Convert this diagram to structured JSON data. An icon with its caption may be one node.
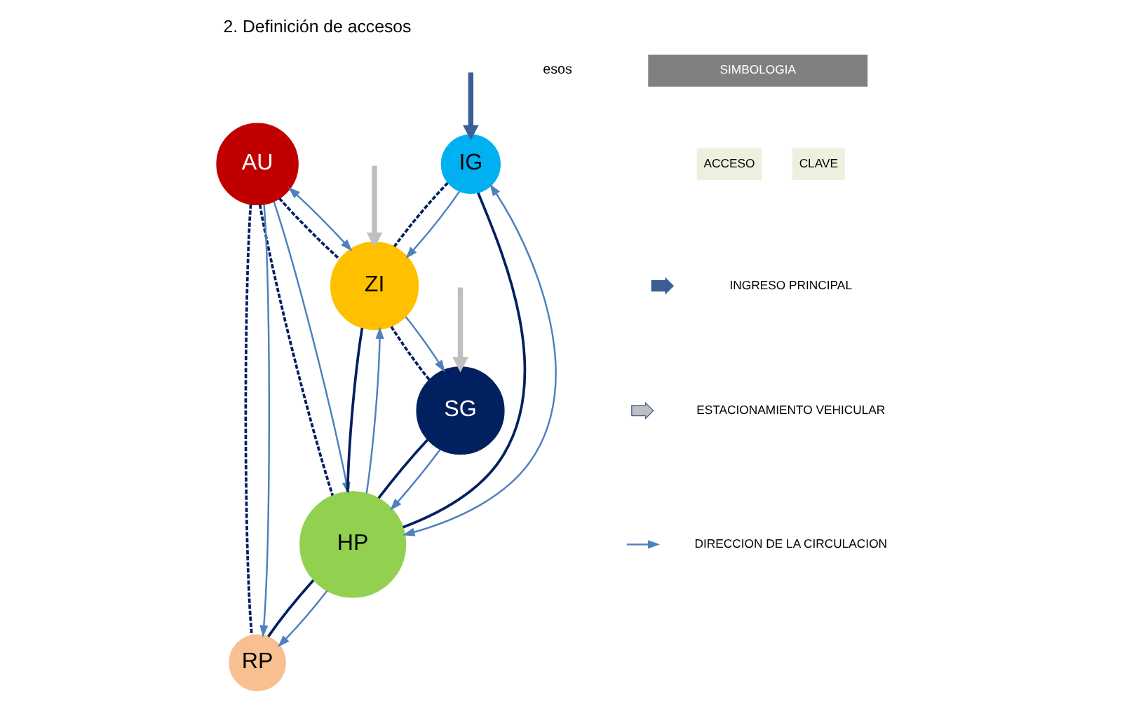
{
  "diagram": {
    "title": "2. Definición de accesos",
    "nodes": [
      {
        "text": [
          "AU"
        ]
      },
      {
        "text": [
          "ZI"
        ]
      },
      {
        "text": [
          "HP"
        ]
      },
      {
        "text": [
          "RP"
        ]
      },
      {
        "text": [
          "IG"
        ]
      },
      {
        "text": [
          "SG"
        ]
      }
    ],
    "edges": [
      {
        "from": 0,
        "to": 1,
        "arrow": "none",
        "style": "dashed"
      },
      {
        "from": 0,
        "to": 1,
        "arrow": "both",
        "color": "#4f81bd"
      },
      {
        "from": 0,
        "to": 2,
        "arrow": "none",
        "style": "dashed"
      },
      {
        "from": 0,
        "to": 2,
        "arrow": "to",
        "color": "#4f81bd"
      },
      {
        "from": 0,
        "to": 3,
        "arrow": "none",
        "style": "dashed"
      },
      {
        "from": 0,
        "to": 3,
        "arrow": "to",
        "color": "#4f81bd"
      },
      {
        "from": 1,
        "to": 2,
        "arrow": "none"
      },
      {
        "from": 2,
        "to": 1,
        "arrow": "to",
        "color": "#4f81bd"
      },
      {
        "from": 2,
        "to": 3,
        "arrow": "none"
      },
      {
        "from": 2,
        "to": 3,
        "arrow": "to",
        "color": "#4f81bd"
      },
      {
        "from": 4,
        "to": 1,
        "arrow": "none",
        "style": "dashed"
      },
      {
        "from": 4,
        "to": 1,
        "arrow": "to",
        "color": "#4f81bd"
      },
      {
        "from": 4,
        "to": 2,
        "arrow": "none"
      },
      {
        "from": 4,
        "to": 2,
        "arrow": "both",
        "color": "#4f81bd"
      },
      {
        "from": 1,
        "to": 5,
        "arrow": "none",
        "style": "dashed"
      },
      {
        "from": 1,
        "to": 5,
        "arrow": "to",
        "color": "#4f81bd"
      },
      {
        "from": 5,
        "to": 2,
        "arrow": "none"
      },
      {
        "from": 5,
        "to": 2,
        "arrow": "to",
        "color": "#4f81bd"
      },
      {
        "from": null,
        "to": 1,
        "arrow": "to",
        "style": "thick",
        "color": "#bfbfbf"
      },
      {
        "from": null,
        "to": 4,
        "arrow": "to",
        "style": "thick",
        "color": "#3a5f95"
      },
      {
        "from": null,
        "to": 5,
        "arrow": "to",
        "style": "thick",
        "color": "#bfbfbf"
      }
    ],
    "labels": [
      "esos",
      "SIMBOLOGIA",
      "ACCESO",
      "CLAVE"
    ],
    "legend": [
      {
        "text": "INGRESO PRINCIPAL"
      },
      {
        "text": "ESTACIONAMIENTO VEHICULAR"
      },
      {
        "text": "DIRECCION DE LA CIRCULACION"
      }
    ]
  }
}
